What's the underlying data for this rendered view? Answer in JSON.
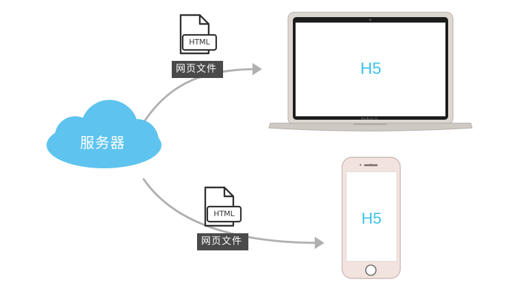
{
  "server": {
    "label": "服务器",
    "color": "#5ec3ef"
  },
  "connections": [
    {
      "label": "网页文件",
      "doc_tag": "HTML",
      "target": "laptop"
    },
    {
      "label": "网页文件",
      "doc_tag": "HTML",
      "target": "phone"
    }
  ],
  "laptop": {
    "screen_text": "H5",
    "brand": "MacBook Air"
  },
  "phone": {
    "screen_text": "H5"
  },
  "colors": {
    "accent": "#3cc4e8",
    "label_bg": "#4a4a4a",
    "arrow": "#b0b0b0"
  }
}
